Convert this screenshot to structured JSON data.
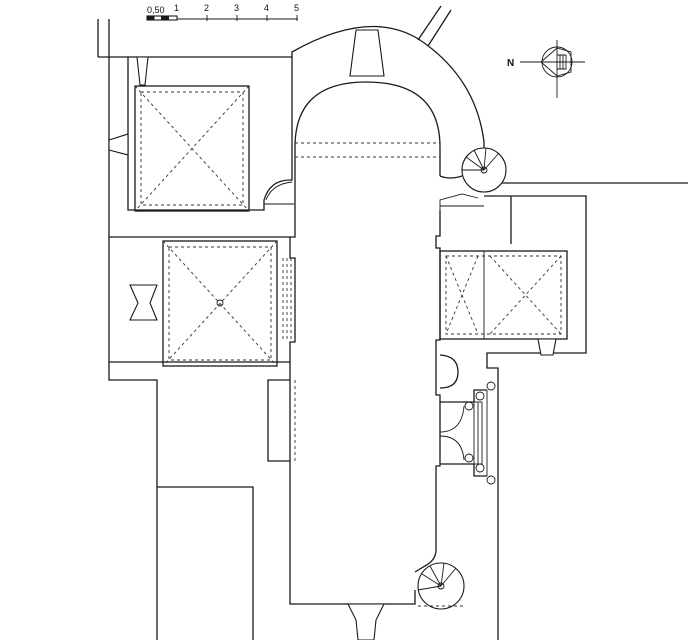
{
  "scale_bar": {
    "labels": [
      "0,50",
      "1",
      "2",
      "3",
      "4",
      "5"
    ]
  },
  "north_arrow": {
    "label": "N"
  },
  "colors": {
    "line": "#1a1a1a",
    "background": "#ffffff"
  }
}
